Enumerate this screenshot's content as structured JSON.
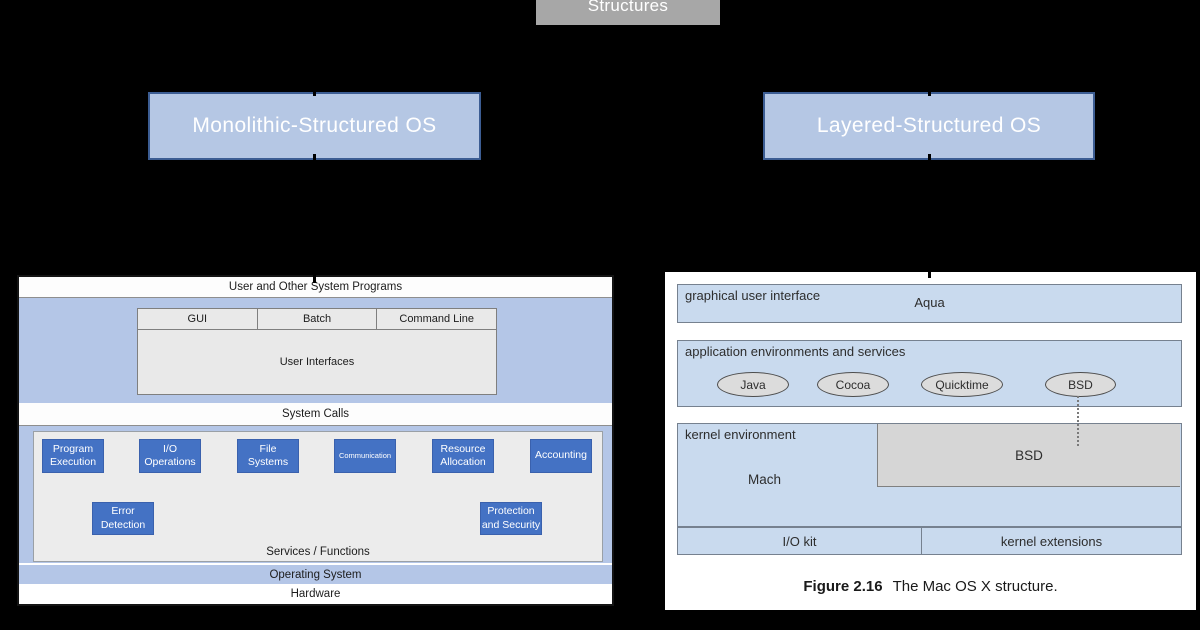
{
  "title_box": {
    "label": "Structures"
  },
  "branch_boxes": {
    "monolithic": "Monolithic-Structured OS",
    "layered": "Layered-Structured OS",
    "fill": "#b5c7e4",
    "border": "#3c5d93"
  },
  "os_diagram": {
    "user_programs_row": "User and Other System Programs",
    "interface_cells": [
      "GUI",
      "Batch",
      "Command Line"
    ],
    "user_interfaces_label": "User Interfaces",
    "system_calls_row": "System Calls",
    "service_buttons_row1": [
      "Program Execution",
      "I/O Operations",
      "File Systems",
      "Communication",
      "Resource Allocation",
      "Accounting"
    ],
    "service_buttons_row2": [
      "Error Detection",
      "Protection and Security"
    ],
    "services_functions_label": "Services / Functions",
    "operating_system_row": "Operating System",
    "hardware_row": "Hardware",
    "layer_fill": "#b4c6e7",
    "button_fill": "#4472c4"
  },
  "macosx_diagram": {
    "gui_layer_label": "graphical user interface",
    "gui_layer_content": "Aqua",
    "app_layer_label": "application environments and services",
    "app_ellipses": [
      "Java",
      "Cocoa",
      "Quicktime",
      "BSD"
    ],
    "kernel_layer_label": "kernel environment",
    "kernel_mach_label": "Mach",
    "kernel_bsd_label": "BSD",
    "bottom_cells": [
      "I/O kit",
      "kernel extensions"
    ],
    "caption_bold": "Figure 2.16",
    "caption_text": "The Mac OS X structure.",
    "layer_fill": "#c9daee"
  }
}
